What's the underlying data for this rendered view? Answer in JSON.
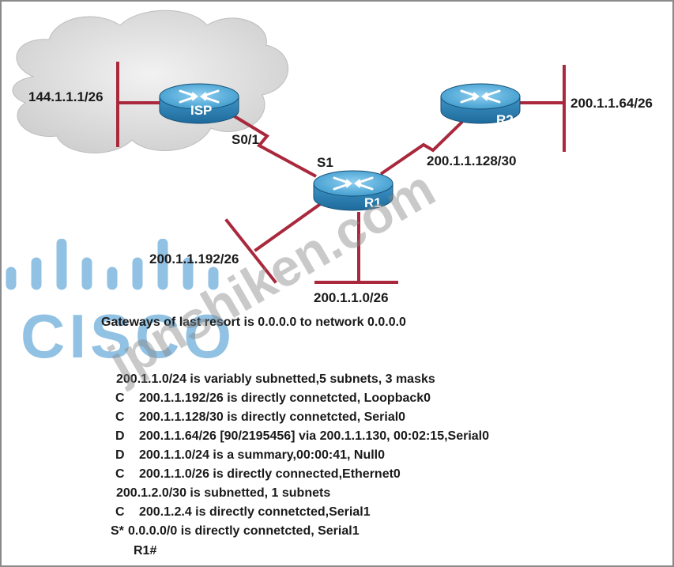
{
  "colors": {
    "link": "#a9283c",
    "router_body": "#2f84b8",
    "router_top": "#5cb1e0",
    "cloud": "#d6d6d6",
    "cisco_logo": "#4d9bd2"
  },
  "nodes": {
    "isp": {
      "name": "ISP"
    },
    "r1": {
      "name": "R1"
    },
    "r2": {
      "name": "R2"
    }
  },
  "labels": {
    "isp_lan": "144.1.1.1/26",
    "isp_serial": "S0/1",
    "r1_serial": "S1",
    "r1_r2_link": "200.1.1.128/30",
    "r2_lan": "200.1.1.64/26",
    "r1_loopback_lan": "200.1.1.192/26",
    "r1_ethernet_lan": "200.1.1.0/26"
  },
  "routing_table": {
    "gateway_line": "Gateways of last resort is 0.0.0.0 to network 0.0.0.0",
    "header1": "200.1.1.0/24 is variably subnetted,5 subnets, 3 masks",
    "block1": [
      {
        "code": "C",
        "text": "200.1.1.192/26 is directly connetcted, Loopback0"
      },
      {
        "code": "C",
        "text": "200.1.1.128/30 is directly connetcted, Serial0"
      },
      {
        "code": "D",
        "text": "200.1.1.64/26 [90/2195456] via 200.1.1.130, 00:02:15,Serial0"
      },
      {
        "code": "D",
        "text": "200.1.1.0/24 is a summary,00:00:41, Null0"
      },
      {
        "code": "C",
        "text": "200.1.1.0/26 is directly connected,Ethernet0"
      }
    ],
    "header2": "200.1.2.0/30 is subnetted, 1 subnets",
    "block2": [
      {
        "code": "C",
        "text": "200.1.2.4 is directly connetcted,Serial1"
      },
      {
        "code": "S*",
        "text": "0.0.0.0/0 is directly connetcted, Serial1"
      }
    ],
    "prompt": "R1#"
  },
  "watermark": {
    "logo_text": "CISCO",
    "site_text": "jpnshiken.com"
  }
}
